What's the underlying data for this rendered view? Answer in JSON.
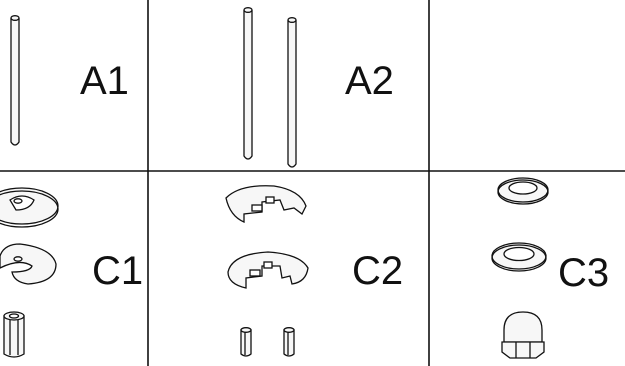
{
  "parts": [
    {
      "id": "a1",
      "label": "A1"
    },
    {
      "id": "a2",
      "label": "A2"
    },
    {
      "id": "empty",
      "label": ""
    },
    {
      "id": "c1",
      "label": "C1"
    },
    {
      "id": "c2",
      "label": "C2"
    },
    {
      "id": "c3",
      "label": "C3"
    }
  ]
}
